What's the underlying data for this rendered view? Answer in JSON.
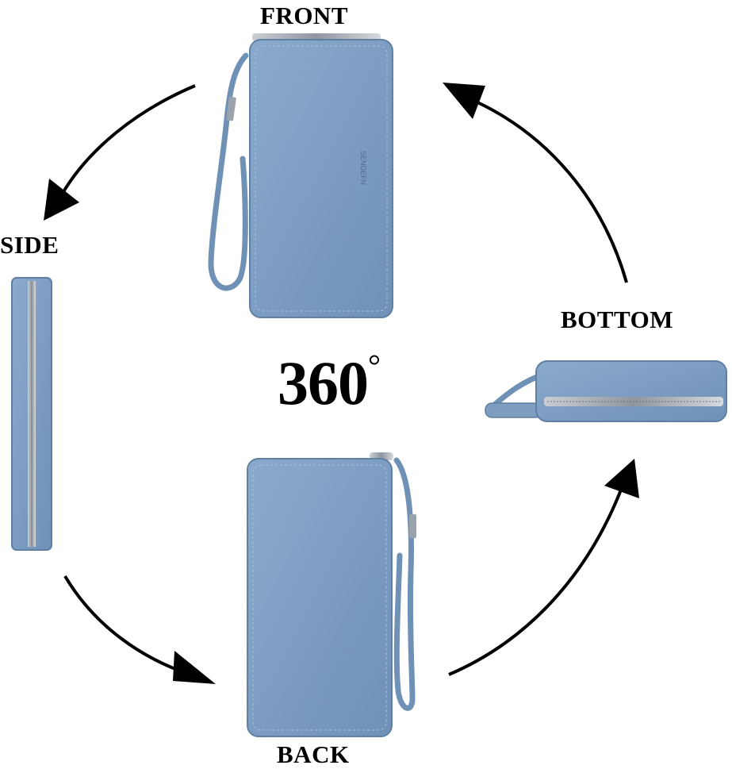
{
  "views": {
    "front": "FRONT",
    "side": "SIDE",
    "bottom": "BOTTOM",
    "back": "BACK"
  },
  "center": {
    "value": "360",
    "unit": "°"
  },
  "colors": {
    "wallet": "#7d9ec1",
    "wallet_dark": "#5f7fa3",
    "arrow": "#000000"
  }
}
